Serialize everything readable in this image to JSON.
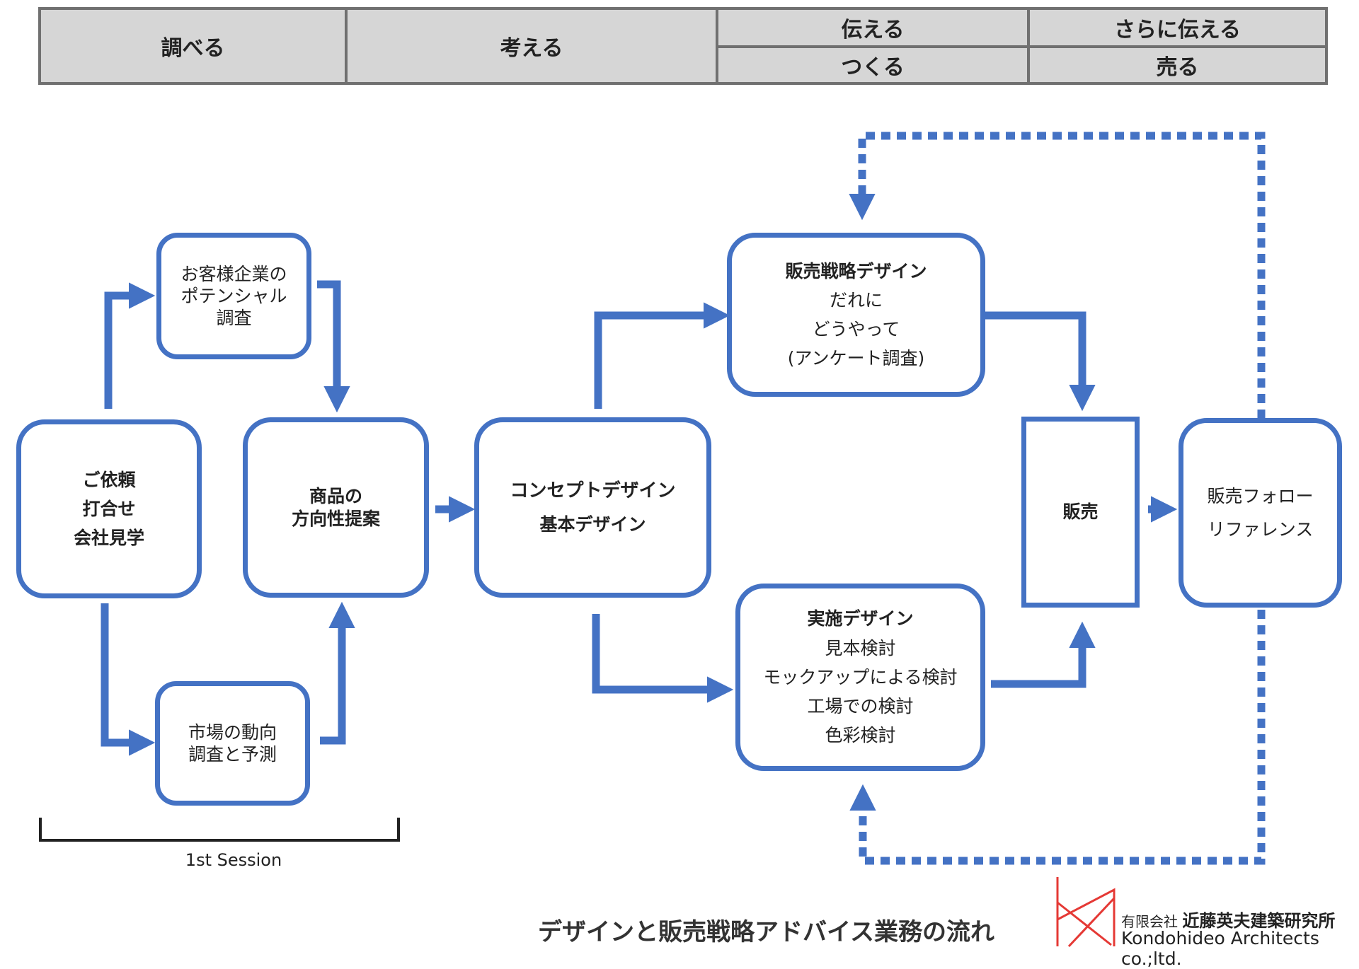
{
  "header": {
    "col1": "調べる",
    "col2": "考える",
    "col3_top": "伝える",
    "col3_bottom": "つくる",
    "col4_top": "さらに伝える",
    "col4_bottom": "売る"
  },
  "boxes": {
    "request": [
      "ご依頼",
      "打合せ",
      "会社見学"
    ],
    "potential": [
      "お客様企業の",
      "ポテンシャル",
      "調査"
    ],
    "market": [
      "市場の動向",
      "調査と予測"
    ],
    "direction": [
      "商品の",
      "方向性提案"
    ],
    "concept": [
      "コンセプトデザイン",
      "基本デザイン"
    ],
    "sales_strategy": [
      "販売戦略デザイン",
      "だれに",
      "どうやって",
      "(アンケート調査)"
    ],
    "implementation": [
      "実施デザイン",
      "見本検討",
      "モックアップによる検討",
      "工場での検討",
      "色彩検討"
    ],
    "sales": "販売",
    "follow": [
      "販売フォロー",
      "リファレンス"
    ]
  },
  "session_label": "1st Session",
  "title": "デザインと販売戦略アドバイス業務の流れ",
  "logo": {
    "company_prefix": "有限会社",
    "company_name": "近藤英夫建築研究所",
    "english_name": "Kondohideo Architects co.;ltd."
  },
  "colors": {
    "accent": "#4472c4",
    "logo_red": "#e53935"
  }
}
